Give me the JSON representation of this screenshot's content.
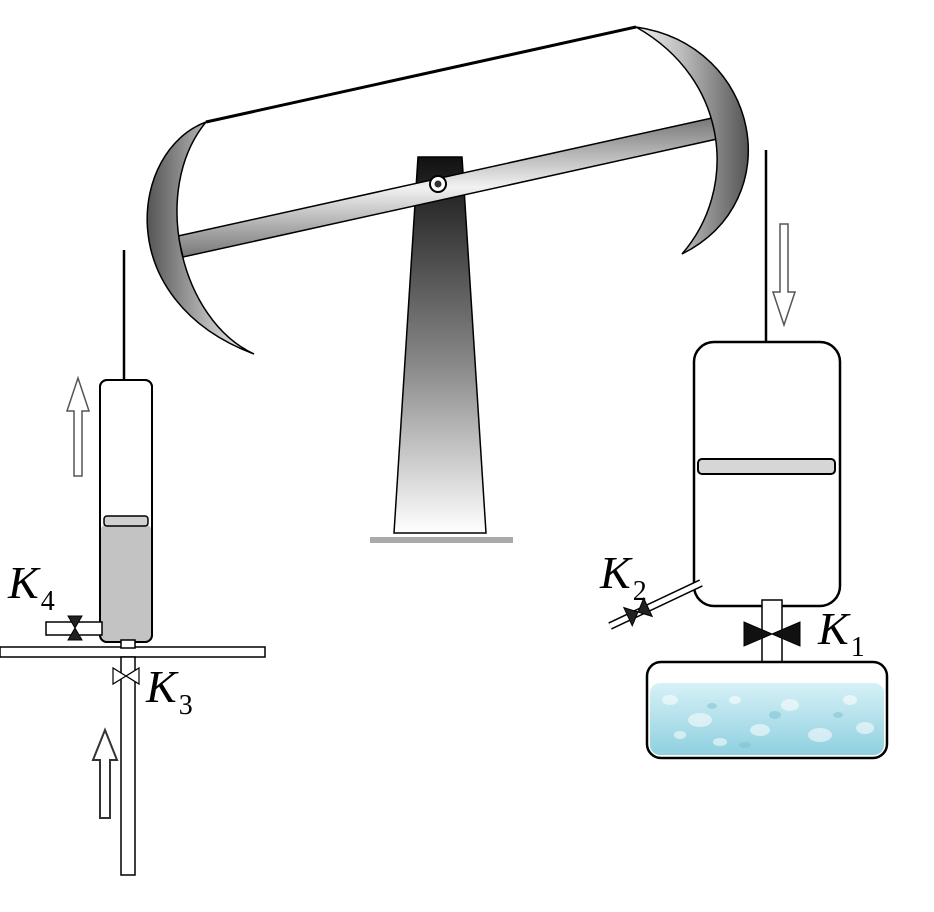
{
  "valves": [
    {
      "id": "K1",
      "letter": "K",
      "sub": "1"
    },
    {
      "id": "K2",
      "letter": "K",
      "sub": "2"
    },
    {
      "id": "K3",
      "letter": "K",
      "sub": "3"
    },
    {
      "id": "K4",
      "letter": "K",
      "sub": "4"
    }
  ],
  "colors": {
    "stroke": "#000000",
    "cylinder_fill_left": "#c8c8c8",
    "water": "#a9dde9",
    "stand_dark": "#1f1f1f",
    "beam_gray": "#9a9a9a",
    "arrow_gray": "#ffffff"
  }
}
